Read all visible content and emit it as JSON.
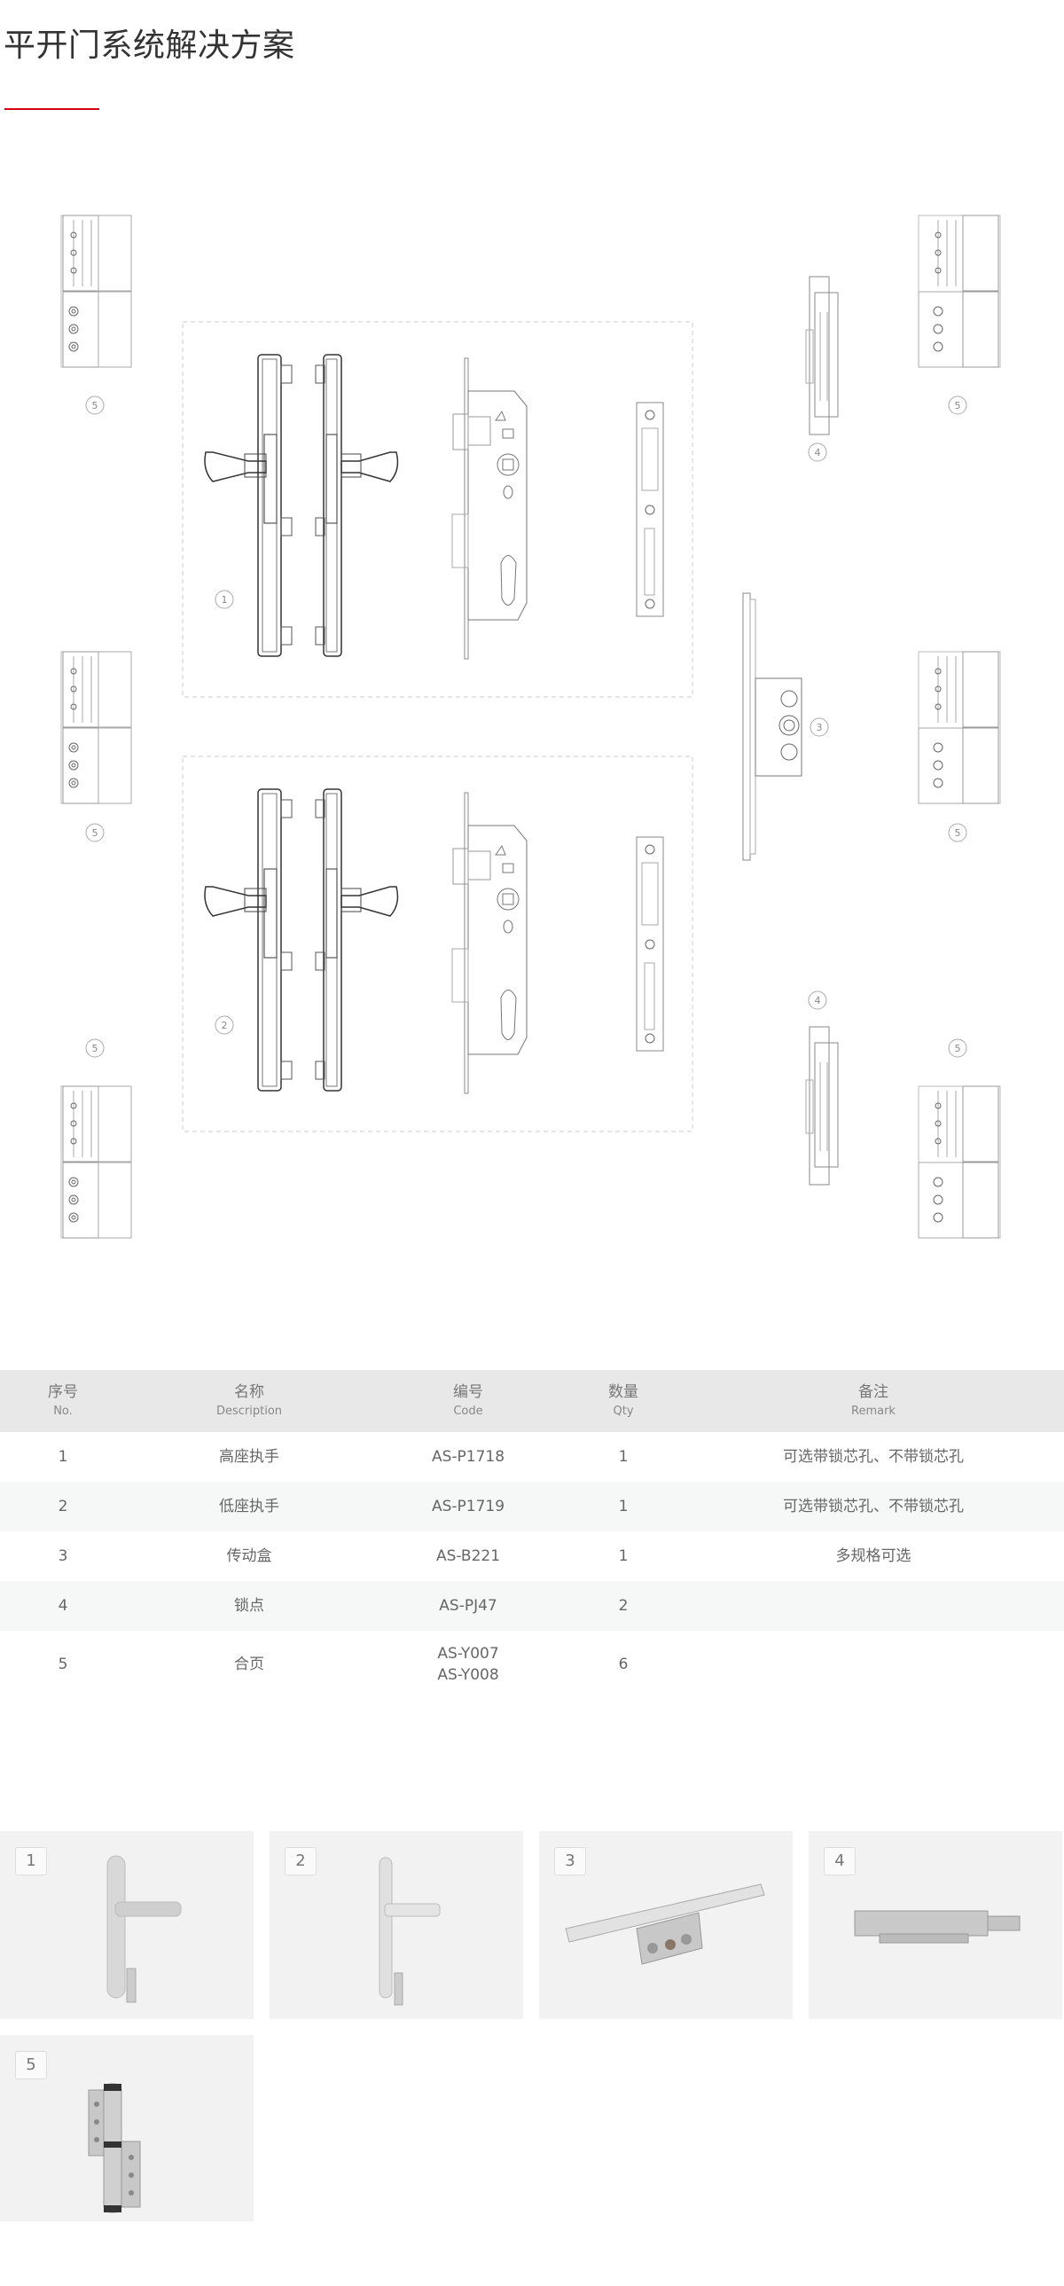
{
  "page": {
    "title": "平开门系统解决方案",
    "accent_color": "#d7000f"
  },
  "diagram": {
    "callouts": {
      "handle_high": "1",
      "handle_low": "2",
      "gearbox": "3",
      "lock_point": "4",
      "hinge": "5"
    }
  },
  "table": {
    "headers": [
      {
        "cn": "序号",
        "en": "No."
      },
      {
        "cn": "名称",
        "en": "Description"
      },
      {
        "cn": "编号",
        "en": "Code"
      },
      {
        "cn": "数量",
        "en": "Qty"
      },
      {
        "cn": "备注",
        "en": "Remark"
      }
    ],
    "rows": [
      {
        "no": "1",
        "name": "高座执手",
        "code": "AS-P1718",
        "code2": "",
        "qty": "1",
        "remark": "可选带锁芯孔、不带锁芯孔"
      },
      {
        "no": "2",
        "name": "低座执手",
        "code": "AS-P1719",
        "code2": "",
        "qty": "1",
        "remark": "可选带锁芯孔、不带锁芯孔"
      },
      {
        "no": "3",
        "name": "传动盒",
        "code": "AS-B221",
        "code2": "",
        "qty": "1",
        "remark": "多规格可选"
      },
      {
        "no": "4",
        "name": "锁点",
        "code": "AS-PJ47",
        "code2": "",
        "qty": "2",
        "remark": ""
      },
      {
        "no": "5",
        "name": "合页",
        "code": "AS-Y007",
        "code2": "AS-Y008",
        "qty": "6",
        "remark": ""
      }
    ]
  },
  "gallery": [
    {
      "badge": "1",
      "icon": "high-handle-photo"
    },
    {
      "badge": "2",
      "icon": "low-handle-photo"
    },
    {
      "badge": "3",
      "icon": "gearbox-photo"
    },
    {
      "badge": "4",
      "icon": "lock-point-photo"
    },
    {
      "badge": "5",
      "icon": "hinge-photo"
    }
  ]
}
